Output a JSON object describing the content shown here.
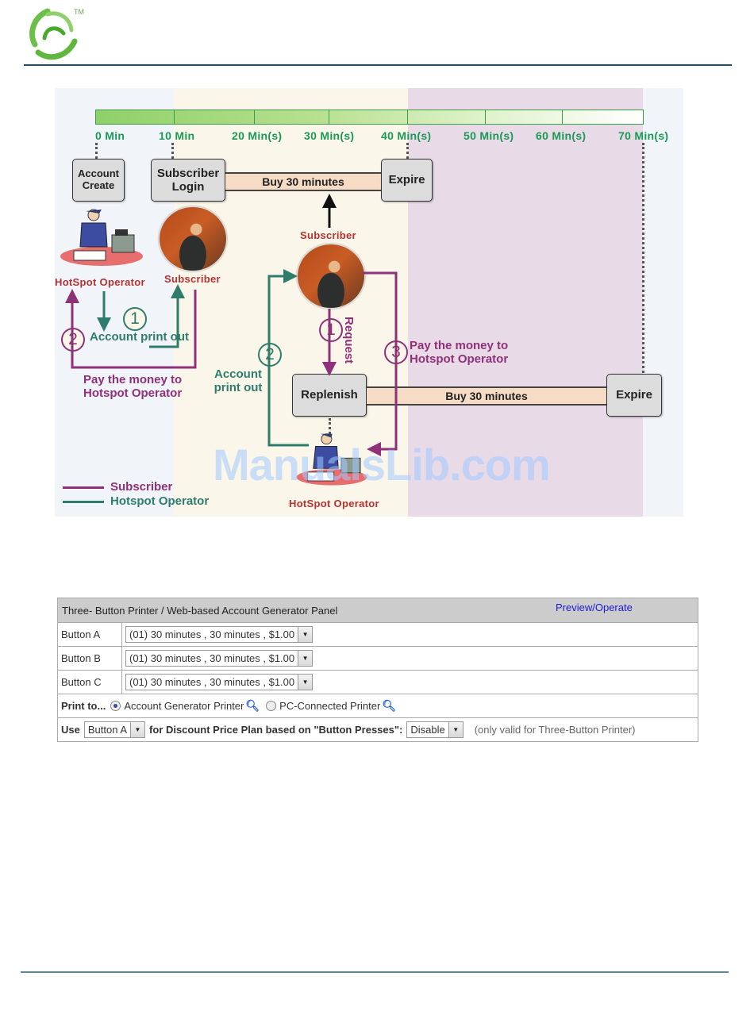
{
  "header": {
    "logo_icon": "green-swirl-logo-icon",
    "trademark": "TM"
  },
  "diagram": {
    "timeline_ticks": [
      "0 Min",
      "10 Min",
      "20 Min(s)",
      "30 Min(s)",
      "40 Min(s)",
      "50 Min(s)",
      "60 Min(s)",
      "70 Min(s)"
    ],
    "top_flow": {
      "account_create": "Account Create",
      "subscriber_login": "Subscriber Login",
      "buy_bar": "Buy 30 minutes",
      "expire": "Expire"
    },
    "left_flow": {
      "operator_caption": "HotSpot Operator",
      "subscriber_caption": "Subscriber",
      "step1_num": "1",
      "step1_label": "Account print out",
      "step2_num": "2",
      "step2_label": "Pay the money to Hotspot Operator"
    },
    "replenish_flow": {
      "subscriber_caption": "Subscriber",
      "step1_num": "1",
      "request_label": "Request",
      "step2_num": "2",
      "step2_label": "Account print out",
      "step3_num": "3",
      "step3_label": "Pay the money to Hotspot Operator",
      "replenish": "Replenish",
      "buy_bar": "Buy 30 minutes",
      "expire": "Expire",
      "operator_caption": "HotSpot Operator"
    },
    "legend": [
      {
        "label": "Subscriber",
        "color": "#8f3178"
      },
      {
        "label": "Hotspot Operator",
        "color": "#2e7d6c"
      }
    ],
    "watermark": "ManualsLib.com"
  },
  "panel": {
    "title": "Three- Button Printer / Web-based Account Generator Panel",
    "preview_link": "Preview/Operate",
    "buttons": [
      {
        "label": "Button A",
        "value": "(01) 30 minutes , 30 minutes , $1.00"
      },
      {
        "label": "Button B",
        "value": "(01) 30 minutes , 30 minutes , $1.00"
      },
      {
        "label": "Button C",
        "value": "(01) 30 minutes , 30 minutes , $1.00"
      }
    ],
    "print_to": {
      "label": "Print to...",
      "options": [
        {
          "label": "Account Generator Printer",
          "selected": true
        },
        {
          "label": "PC-Connected Printer",
          "selected": false
        }
      ]
    },
    "discount": {
      "use_label": "Use",
      "button_value": "Button A",
      "middle_label": "for Discount Price Plan based on \"Button Presses\":",
      "state_value": "Disable",
      "note": "(only valid for Three-Button Printer)"
    }
  }
}
